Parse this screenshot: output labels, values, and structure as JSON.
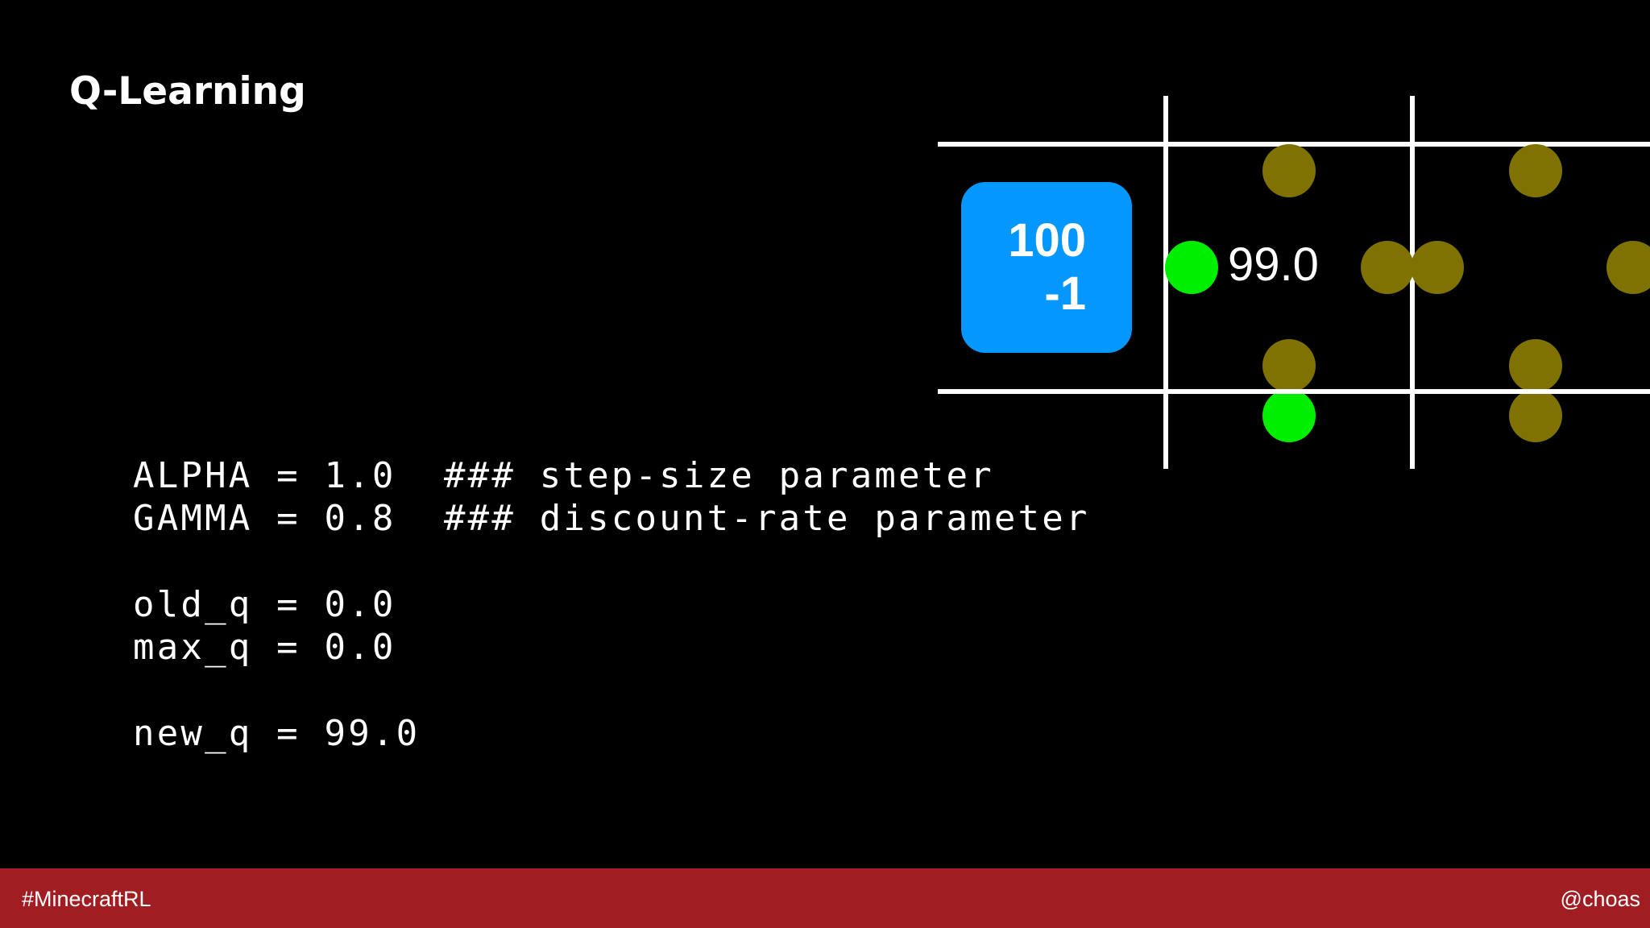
{
  "slide": {
    "title": "Q-Learning"
  },
  "code": {
    "lines": [
      "ALPHA = 1.0  ### step-size parameter",
      "GAMMA = 0.8  ### discount-rate parameter",
      "old_q = 0.0",
      "max_q = 0.0",
      "new_q = 99.0"
    ]
  },
  "grid": {
    "state_reward": "100",
    "state_step_cost": "-1",
    "q_value": "99.0",
    "colors": {
      "grid_line": "#ffffff",
      "state_box": "#0497fd",
      "active_marker": "#00ee00",
      "inactive_marker": "#7f7200"
    }
  },
  "footer": {
    "hashtag": "#MinecraftRL",
    "handle": "@choas",
    "color": "#a01d22"
  }
}
